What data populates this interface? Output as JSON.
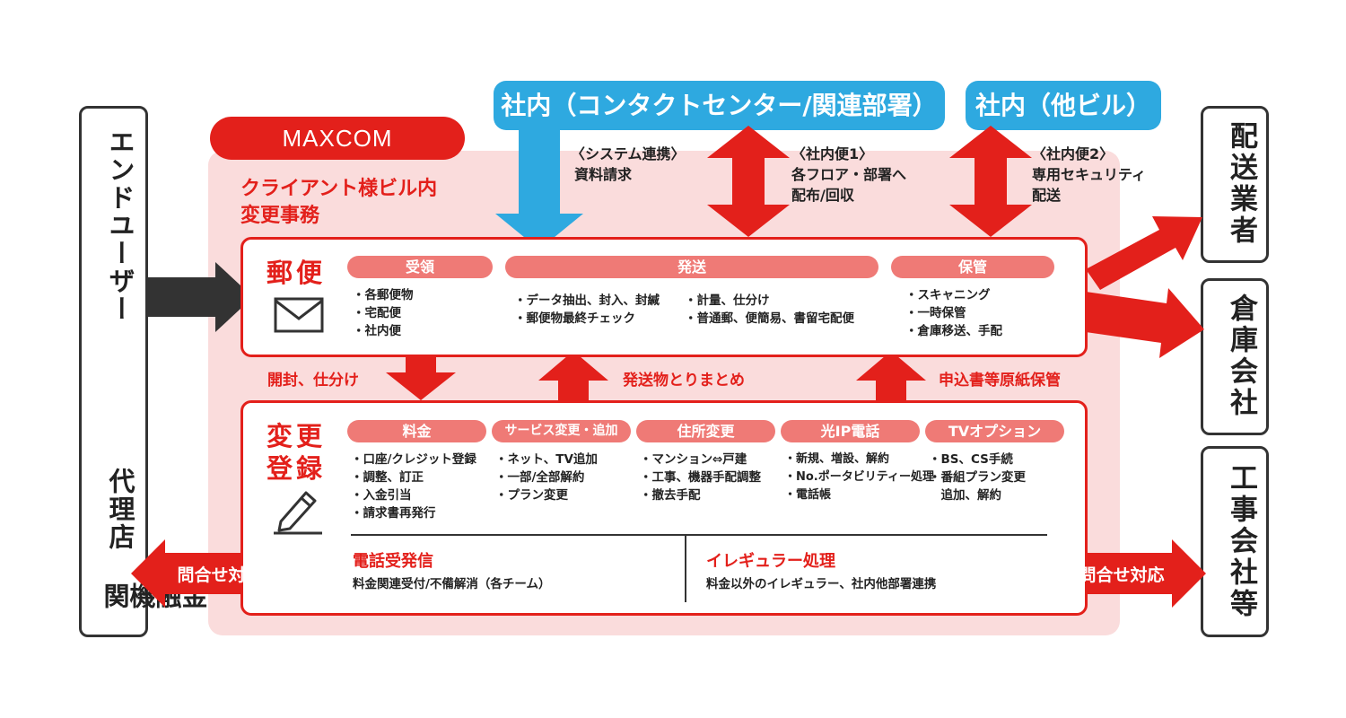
{
  "colors": {
    "red": "#e3201b",
    "pink_bg": "#fadcdc",
    "pill": "#ef7a76",
    "blue": "#2ea9e0",
    "dark": "#333333"
  },
  "left_box": {
    "groups": [
      "エンドユーザー",
      "代理店",
      "金融機関"
    ]
  },
  "right_boxes": [
    "配送業者",
    "倉庫会社",
    "工事会社等"
  ],
  "maxcom": {
    "tab": "MAXCOM",
    "subtitle_line1": "クライアント様ビル内",
    "subtitle_line2": "変更事務"
  },
  "top_boxes": {
    "contact": "社内（コンタクトセンター/関連部署）",
    "other": "社内（他ビル）"
  },
  "top_notes": {
    "system_line1": "〈システム連携〉",
    "system_line2": "資料請求",
    "bin1_line1": "〈社内便1〉",
    "bin1_line2": "各フロア・部署へ",
    "bin1_line3": "配布/回収",
    "bin2_line1": "〈社内便2〉",
    "bin2_line2": "専用セキュリティ",
    "bin2_line3": "配送"
  },
  "mail": {
    "title": "郵便",
    "pills": [
      "受領",
      "発送",
      "保管"
    ],
    "receive_items": [
      "・各郵便物",
      "・宅配便",
      "・社内便"
    ],
    "send_items_a": [
      "・データ抽出、封入、封緘",
      "・郵便物最終チェック"
    ],
    "send_items_b": [
      "・計量、仕分け",
      "・普通郵、便簡易、書留宅配便"
    ],
    "store_items": [
      "・スキャニング",
      "・一時保管",
      "・倉庫移送、手配"
    ]
  },
  "middle_labels": {
    "open": "開封、仕分け",
    "bundle": "発送物とりまとめ",
    "archive": "申込書等原紙保管"
  },
  "change": {
    "title_line1": "変更",
    "title_line2": "登録",
    "pills": [
      "料金",
      "サービス変更・追加",
      "住所変更",
      "光IP電話",
      "TVオプション"
    ],
    "col1": [
      "・口座/クレジット登録",
      "・調整、訂正",
      "・入金引当",
      "・請求書再発行"
    ],
    "col2": [
      "・ネット、TV追加",
      "・一部/全部解約",
      "・プラン変更"
    ],
    "col3": [
      "・マンション⇔戸建",
      "・工事、機器手配調整",
      "・撤去手配"
    ],
    "col4": [
      "・新規、増設、解約",
      "・No.ポータビリティー処理",
      "・電話帳"
    ],
    "col5": [
      "・BS、CS手続",
      "・番組プラン変更",
      "　追加、解約"
    ],
    "phone_title": "電話受発信",
    "phone_desc": "料金関連受付/不備解消（各チーム）",
    "irregular_title": "イレギュラー処理",
    "irregular_desc": "料金以外のイレギュラー、社内他部署連携"
  },
  "inquiry": {
    "left": "問合せ対応",
    "right": "問合せ対応"
  }
}
